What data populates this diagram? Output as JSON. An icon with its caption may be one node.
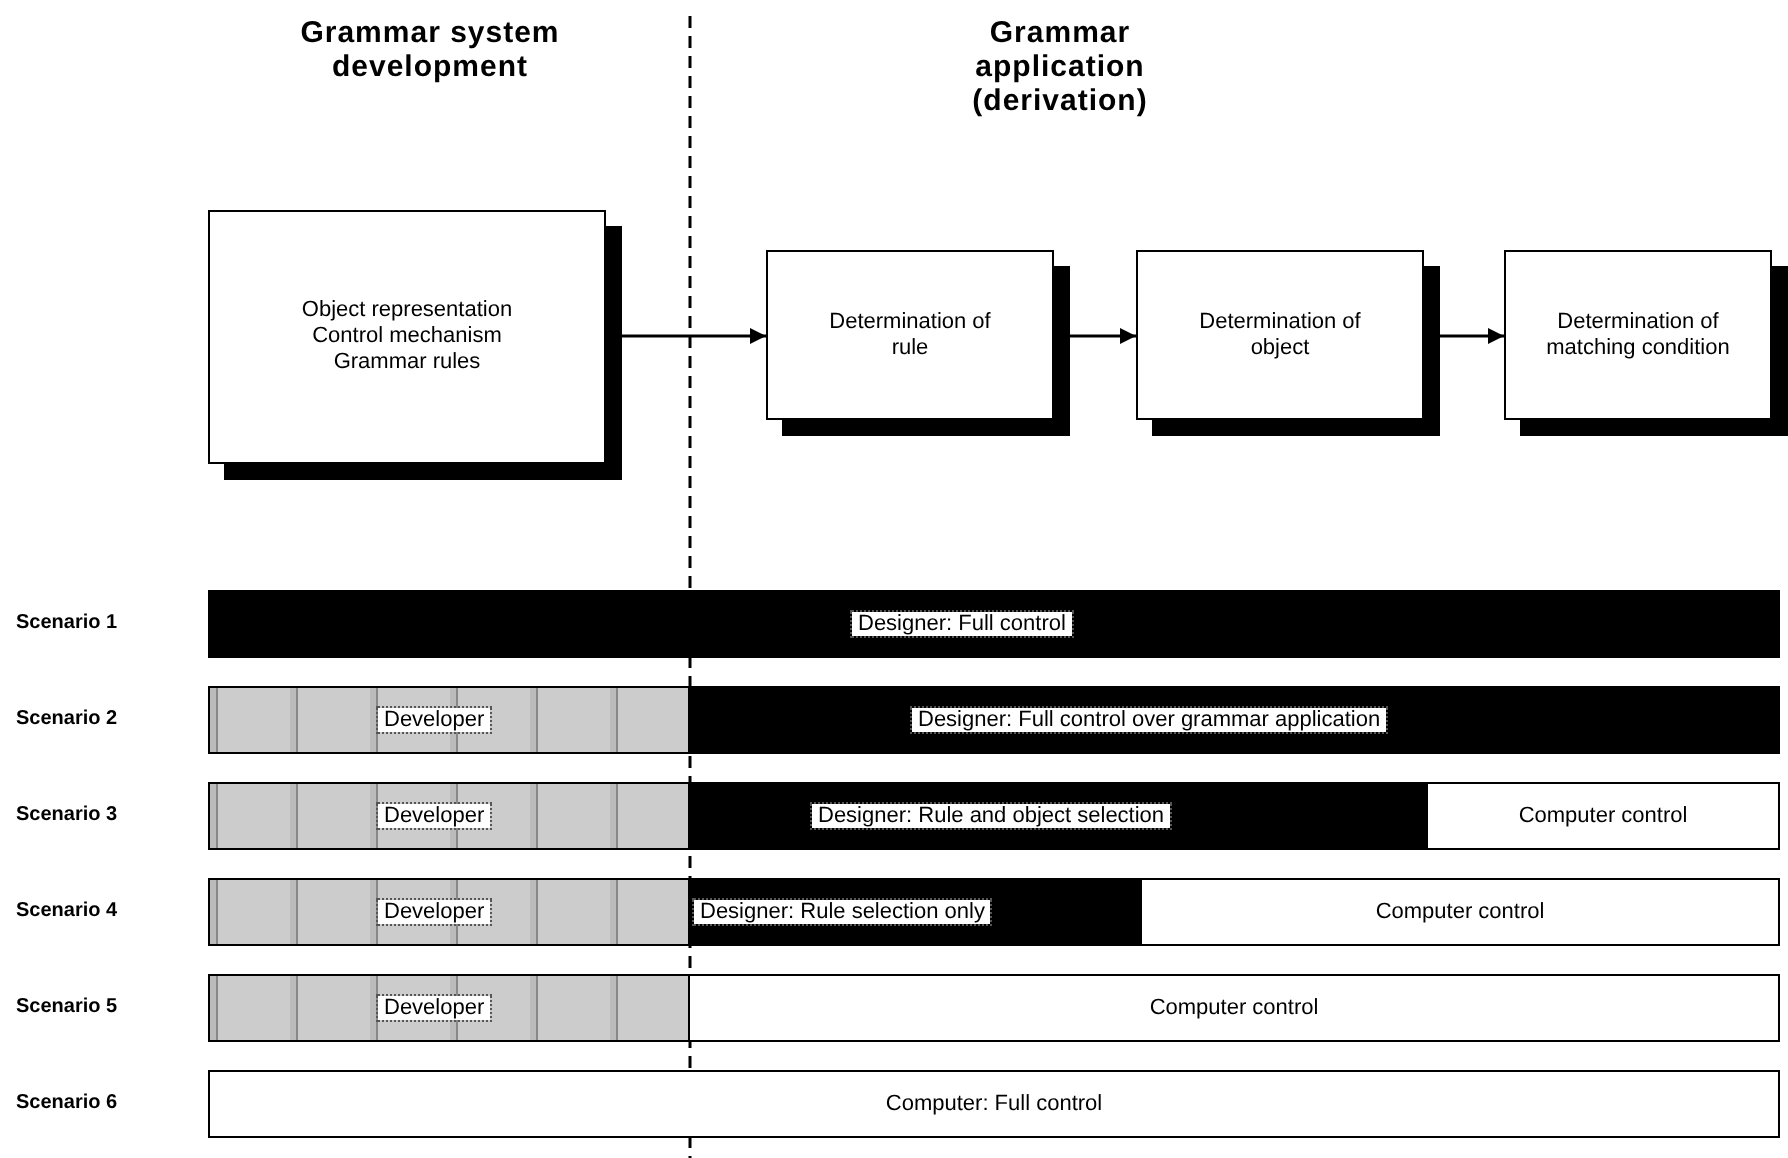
{
  "diagram": {
    "nodes": [
      {
        "text": [
          "Object representation",
          "Control mechanism",
          "Grammar rules"
        ]
      },
      {
        "text": [
          "Determination of rule"
        ]
      },
      {
        "text": [
          "Determination of object"
        ]
      },
      {
        "text": [
          "Determination of matching condition"
        ]
      },
      {
        "text": [
          "Designer: Full control"
        ]
      },
      {
        "text": [
          "Developer"
        ]
      },
      {
        "text": [
          "Designer: Full control over grammar application"
        ]
      },
      {
        "text": [
          "Developer"
        ]
      },
      {
        "text": [
          "Designer: Rule and object selection"
        ]
      },
      {
        "text": [
          "Computer control"
        ]
      },
      {
        "text": [
          "Developer"
        ]
      },
      {
        "text": [
          "Designer: Rule selection only"
        ]
      },
      {
        "text": [
          "Computer control"
        ]
      },
      {
        "text": [
          "Developer"
        ]
      },
      {
        "text": [
          "Computer control"
        ]
      },
      {
        "text": [
          "Computer: Full control"
        ]
      }
    ],
    "edges": [
      {
        "from": 0,
        "to": 1,
        "arrow": "to"
      },
      {
        "from": 1,
        "to": 2,
        "arrow": "to"
      },
      {
        "from": 2,
        "to": 3,
        "arrow": "to"
      }
    ],
    "labels": [
      "Grammar system development",
      "Grammar application (derivation)",
      "Scenario 1",
      "Scenario 2",
      "Scenario 3",
      "Scenario 4",
      "Scenario 5",
      "Scenario 6"
    ]
  }
}
